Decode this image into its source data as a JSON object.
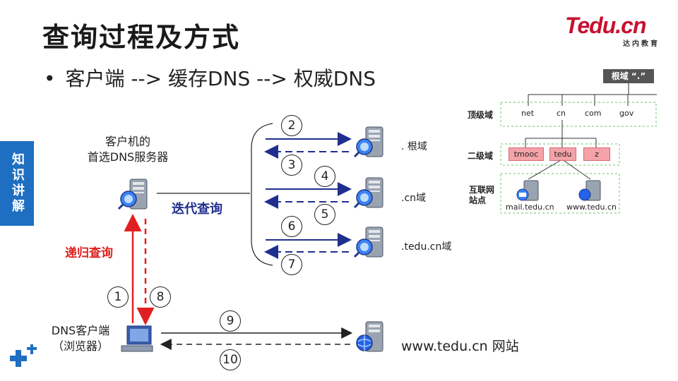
{
  "title": "查询过程及方式",
  "logo": {
    "text": "Tedu.cn",
    "sub": "达内教育"
  },
  "bullet": "客户端 --> 缓存DNS --> 权威DNS",
  "side_tab": "知识讲解",
  "labels": {
    "preferred_dns": "客户机的\n首选DNS服务器",
    "iterative": "迭代查询",
    "recursive": "递归查询",
    "dns_client": "DNS客户端\n（浏览器）",
    "root": ". 根域",
    "cn": ".cn域",
    "tedu_cn": ".tedu.cn域",
    "website": "www.tedu.cn 网站"
  },
  "steps": [
    "1",
    "2",
    "3",
    "4",
    "5",
    "6",
    "7",
    "8",
    "9",
    "10"
  ],
  "tree": {
    "root": "根域 “.”",
    "top_level_label": "顶级域",
    "second_level_label": "二级域",
    "site_label": "互联网\n站点",
    "top_level": [
      "net",
      "cn",
      "com",
      "gov"
    ],
    "second_level": [
      "tmooc",
      "tedu",
      "z"
    ],
    "sites": [
      "mail.tedu.cn",
      "www.tedu.cn"
    ]
  },
  "colors": {
    "blue": "#1f2f8f",
    "red": "#e02020",
    "accent": "#1e6fc1"
  }
}
